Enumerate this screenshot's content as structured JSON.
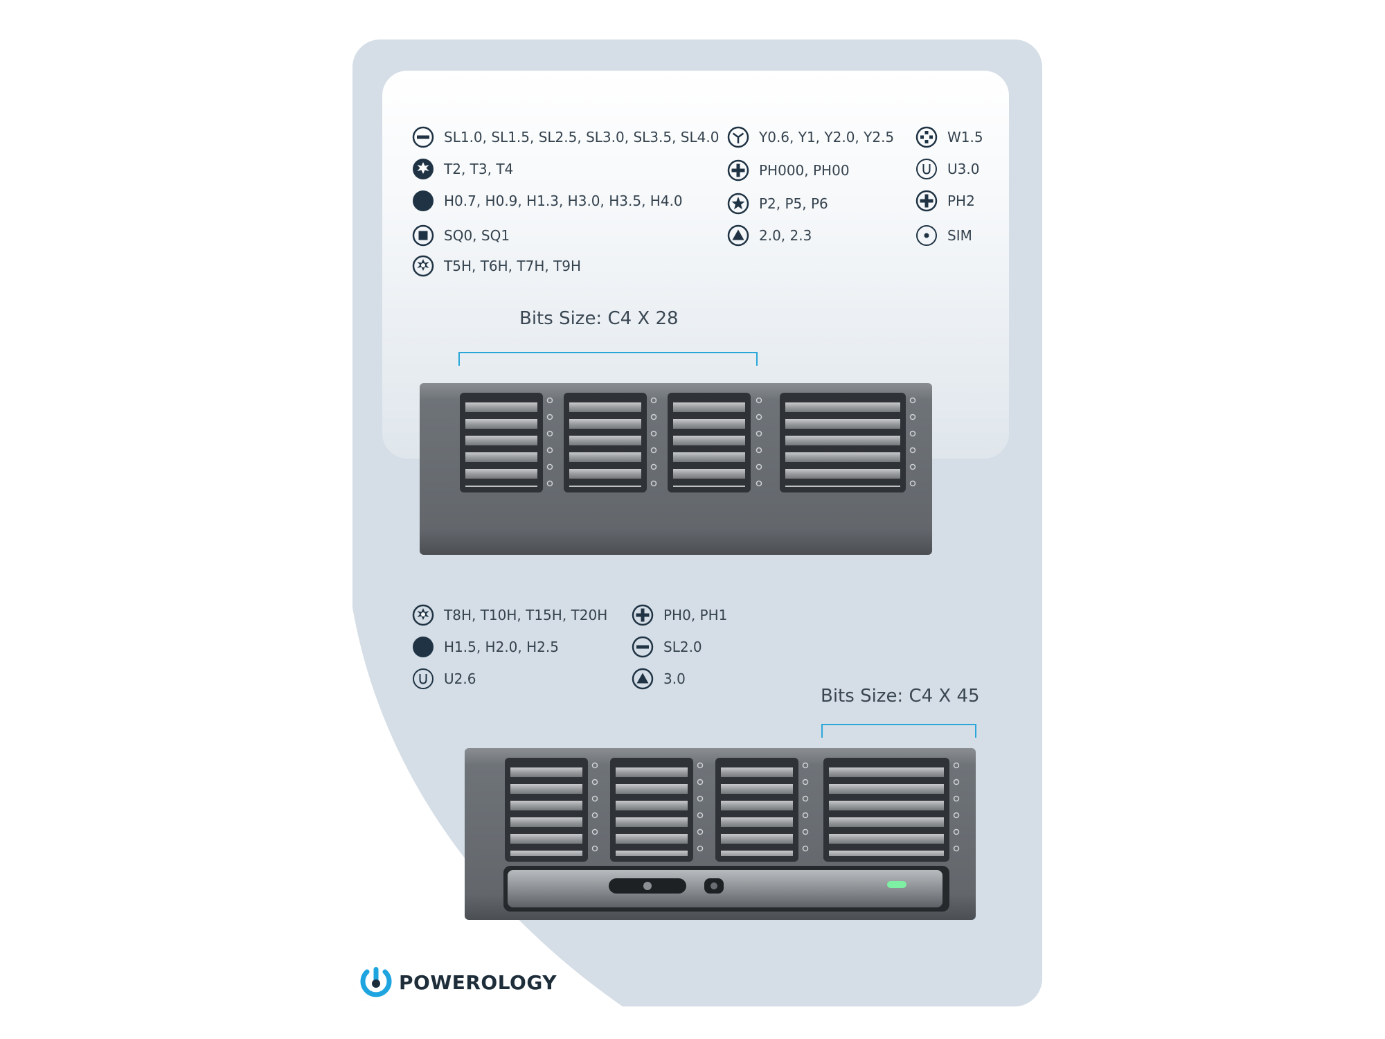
{
  "brand": {
    "name": "POWEROLOGY",
    "accent": "#1ea5e0"
  },
  "colors": {
    "card_bg": "#d5dee6",
    "bracket": "#2aa7d8",
    "icon_dark": "#1f3344",
    "text": "#34424e"
  },
  "top_specs": [
    {
      "icon": "slotted-icon",
      "label": "SL1.0, SL1.5, SL2.5, SL3.0, SL3.5, SL4.0"
    },
    {
      "icon": "torx-icon",
      "label": "T2, T3, T4"
    },
    {
      "icon": "hex-icon",
      "label": "H0.7, H0.9, H1.3, H3.0, H3.5, H4.0"
    },
    {
      "icon": "square-icon",
      "label": "SQ0, SQ1"
    },
    {
      "icon": "torx-hole-icon",
      "label": "T5H, T6H, T7H, T9H"
    },
    {
      "icon": "tri-wing-icon",
      "label": "Y0.6, Y1, Y2.0, Y2.5"
    },
    {
      "icon": "phillips-icon",
      "label": "PH000, PH00"
    },
    {
      "icon": "pentalobe-icon",
      "label": "P2, P5, P6"
    },
    {
      "icon": "triangle-icon",
      "label": "2.0, 2.3"
    },
    {
      "icon": "tri-point-icon",
      "label": "W1.5"
    },
    {
      "icon": "u-type-icon",
      "label": "U3.0"
    },
    {
      "icon": "phillips-icon",
      "label": "PH2"
    },
    {
      "icon": "sim-pin-icon",
      "label": "SIM"
    }
  ],
  "bits_top": {
    "label": "Bits Size: C4 X 28"
  },
  "bottom_specs": [
    {
      "icon": "torx-hole-icon",
      "label": "T8H, T10H, T15H, T20H"
    },
    {
      "icon": "hex-icon",
      "label": "H1.5, H2.0, H2.5"
    },
    {
      "icon": "u-type-icon",
      "label": "U2.6"
    },
    {
      "icon": "phillips-icon",
      "label": "PH0, PH1"
    },
    {
      "icon": "slotted-icon",
      "label": "SL2.0"
    },
    {
      "icon": "triangle-icon",
      "label": "3.0"
    }
  ],
  "bits_bottom": {
    "label": "Bits Size: C4 X 45"
  }
}
